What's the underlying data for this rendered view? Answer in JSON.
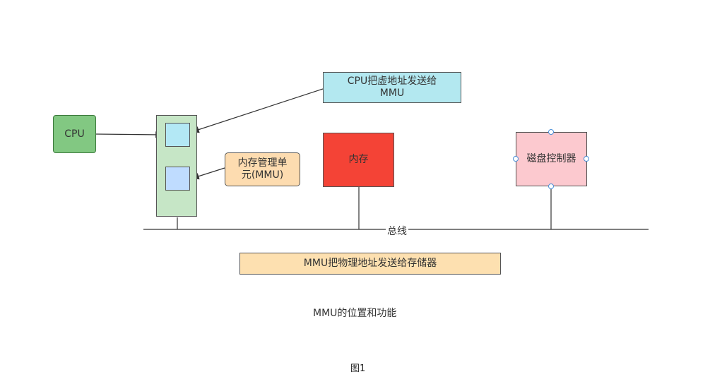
{
  "diagram": {
    "nodes": {
      "cpu": {
        "label": "CPU",
        "fill": "#82c882",
        "stroke": "#3c7a3c"
      },
      "mmu_note": {
        "label": "CPU把虚地址发送给MMU",
        "fill": "#b3e8f0",
        "stroke": "#555555"
      },
      "mmu_label": {
        "label": "内存管理单元(MMU)",
        "fill": "#fddcb0",
        "stroke": "#555555"
      },
      "memory": {
        "label": "内存",
        "fill": "#f44336",
        "stroke": "#555555"
      },
      "disk_controller": {
        "label": "磁盘控制器",
        "fill": "#fcc9cf",
        "stroke": "#555555"
      },
      "mmu_physical_note": {
        "label": "MMU把物理地址发送给存储器",
        "fill": "#fde0b0",
        "stroke": "#555555"
      },
      "mmu_container": {
        "fill": "#c6e6c6",
        "stroke": "#555555"
      },
      "mmu_top": {
        "fill": "#b3e8f5"
      },
      "mmu_bottom": {
        "fill": "#bfdcff"
      }
    },
    "bus_label": "总线",
    "caption": "MMU的位置和功能",
    "figure_label": "图1"
  }
}
